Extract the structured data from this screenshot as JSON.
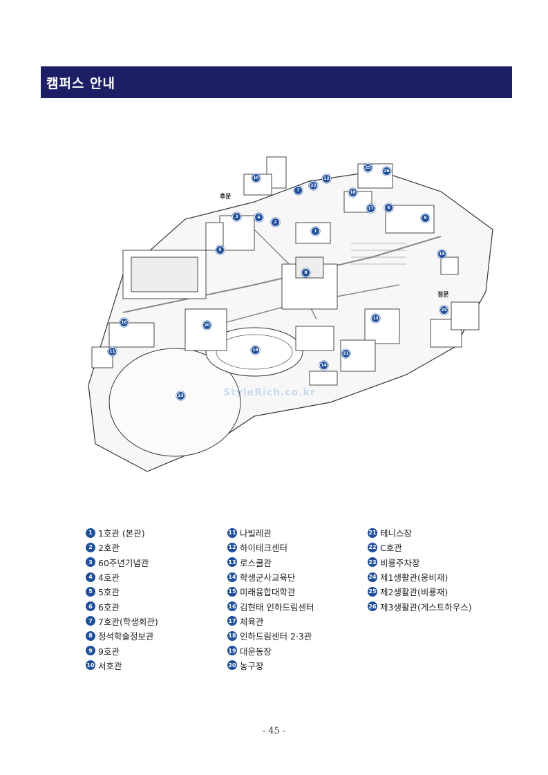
{
  "header": {
    "title": "캠퍼스 안내"
  },
  "map": {
    "gate_back": "후문",
    "gate_main": "정문",
    "watermark": "StyleRich.co.kr"
  },
  "legend": {
    "columns": [
      [
        {
          "num": "1",
          "label": "1호관 (본관)"
        },
        {
          "num": "2",
          "label": "2호관"
        },
        {
          "num": "3",
          "label": "60주년기념관"
        },
        {
          "num": "4",
          "label": "4호관"
        },
        {
          "num": "5",
          "label": "5호관"
        },
        {
          "num": "6",
          "label": "6호관"
        },
        {
          "num": "7",
          "label": "7호관(학생회관)"
        },
        {
          "num": "8",
          "label": "정석학술정보관"
        },
        {
          "num": "9",
          "label": "9호관"
        },
        {
          "num": "10",
          "label": "서호관"
        }
      ],
      [
        {
          "num": "11",
          "label": "나빌레관"
        },
        {
          "num": "12",
          "label": "하이테크센터"
        },
        {
          "num": "13",
          "label": "로스쿨관"
        },
        {
          "num": "14",
          "label": "학생군사교육단"
        },
        {
          "num": "15",
          "label": "미래융합대학관"
        },
        {
          "num": "16",
          "label": "김현태 인하드림센터"
        },
        {
          "num": "17",
          "label": "체육관"
        },
        {
          "num": "18",
          "label": "인하드림센터 2·3관"
        },
        {
          "num": "19",
          "label": "대운동장"
        },
        {
          "num": "20",
          "label": "농구장"
        }
      ],
      [
        {
          "num": "21",
          "label": "테니스장"
        },
        {
          "num": "22",
          "label": "C호관"
        },
        {
          "num": "23",
          "label": "비룡주차장"
        },
        {
          "num": "24",
          "label": "제1생활관(웅비재)"
        },
        {
          "num": "25",
          "label": "제2생활관(비룡재)"
        },
        {
          "num": "26",
          "label": "제3생활관(게스트하우스)"
        }
      ]
    ]
  },
  "page_number": "- 45 -"
}
